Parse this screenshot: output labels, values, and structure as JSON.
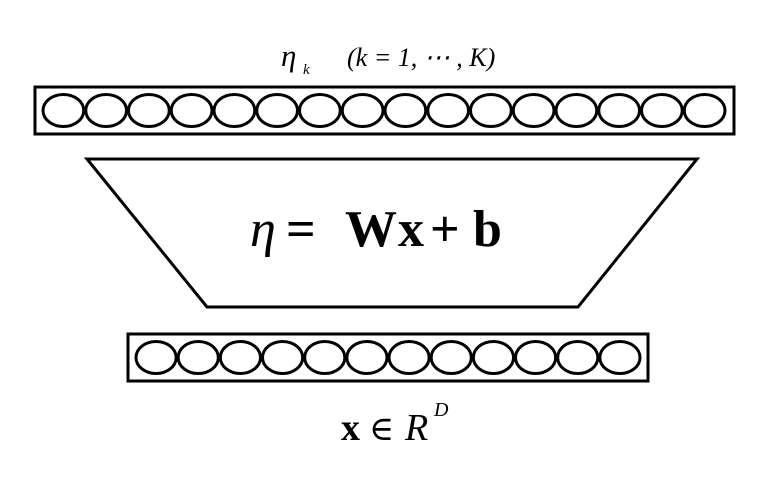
{
  "top_label": {
    "eta": "η",
    "sub": "k",
    "range": "(k = 1, ⋯ , K)"
  },
  "transform": {
    "eta": "η",
    "eq": "=",
    "W": "W",
    "x": "x",
    "plus": "+",
    "b": "b"
  },
  "bottom_label": {
    "x": "x",
    "in": "∈",
    "R": "R",
    "sup": "D"
  },
  "layers": {
    "output_units": 16,
    "input_units": 12
  }
}
